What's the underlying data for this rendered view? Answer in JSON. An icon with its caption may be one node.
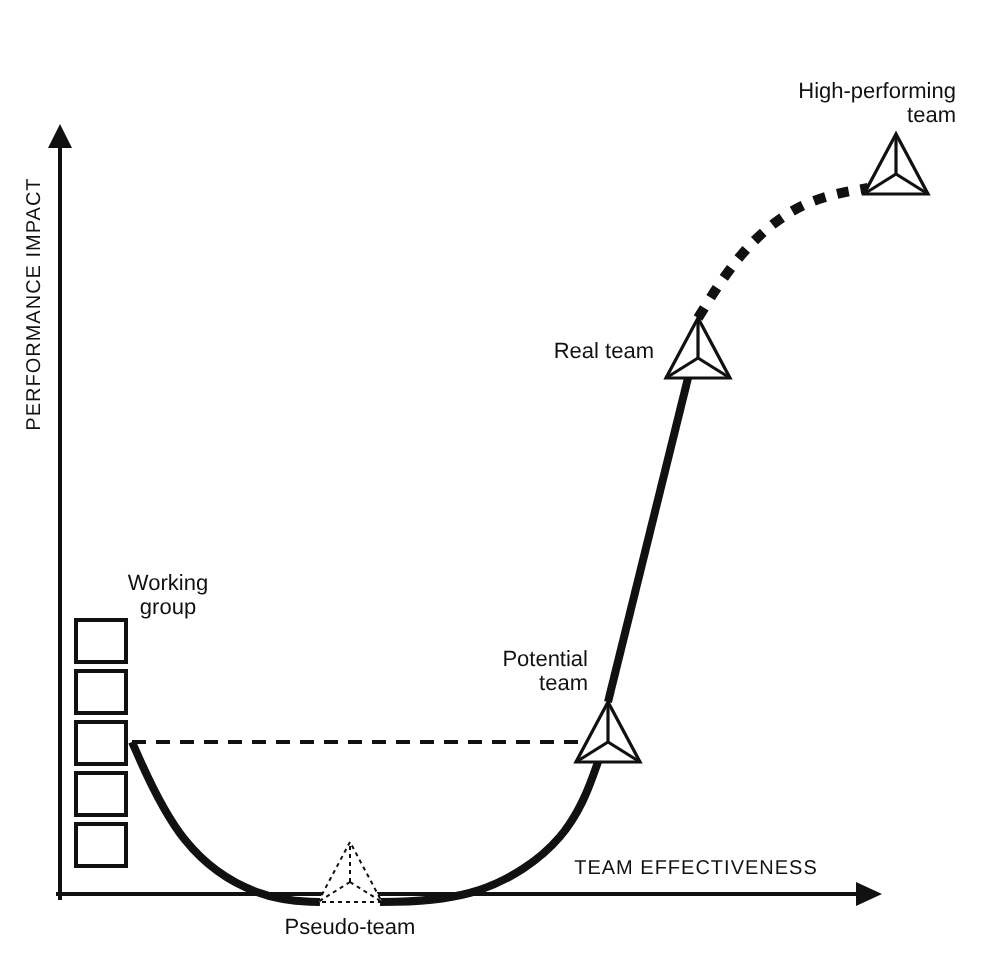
{
  "diagram": {
    "nodes": [
      {
        "text": [
          "Working group"
        ]
      },
      {
        "text": [
          "Pseudo-team"
        ]
      },
      {
        "text": [
          "Potential team"
        ]
      },
      {
        "text": [
          "Real team"
        ]
      },
      {
        "text": [
          "High-performing team"
        ]
      }
    ],
    "edges": [
      {
        "from": 0,
        "to": 1,
        "arrow": "none"
      },
      {
        "from": 1,
        "to": 2,
        "arrow": "none"
      },
      {
        "from": 0,
        "to": 2,
        "arrow": "none",
        "style": "dashed"
      },
      {
        "from": 2,
        "to": 3,
        "arrow": "none"
      },
      {
        "from": 3,
        "to": 4,
        "arrow": "none",
        "style": "dashed"
      }
    ],
    "labels": [
      "PERFORMANCE IMPACT",
      "TEAM EFFECTIVENESS"
    ]
  }
}
